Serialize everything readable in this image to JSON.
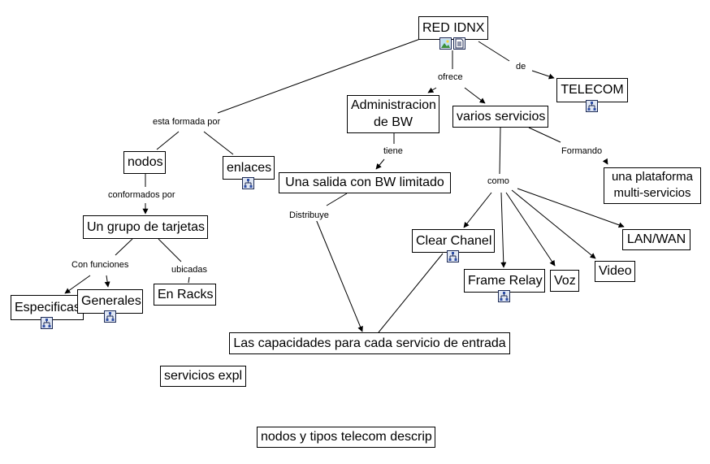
{
  "concepts": {
    "red_idnx": "RED IDNX",
    "telecom": "TELECOM",
    "administracion": "Administracion\nde BW",
    "varios_servicios": "varios servicios",
    "nodos": "nodos",
    "enlaces": "enlaces",
    "una_salida": "Una salida con BW limitado",
    "plataforma": "una plataforma\nmulti-servicios",
    "grupo_tarjetas": "Un grupo de tarjetas",
    "clear_chanel": "Clear Chanel",
    "lan_wan": "LAN/WAN",
    "especificas": "Especificas",
    "generales": "Generales",
    "en_racks": "En Racks",
    "frame_relay": "Frame Relay",
    "voz": "Voz",
    "video": "Video",
    "capacidades": "Las capacidades para cada servicio de entrada",
    "servicios_expl": "servicios expl",
    "nodos_tipos": "nodos y tipos telecom descrip"
  },
  "links": {
    "de": "de",
    "ofrece": "ofrece",
    "esta_formada_por": "esta formada por",
    "tiene": "tiene",
    "formando": "Formando",
    "conformados_por": "conformados por",
    "como": "como",
    "distribuye": "Distribuye",
    "con_funciones": "Con funciones",
    "ubicadas": "ubicadas"
  },
  "icons": {
    "image_resource": "image-resource-icon",
    "text_resource": "text-resource-icon",
    "submap": "concept-map-link-icon"
  },
  "colors": {
    "line": "#000000",
    "icon_border": "#1c2a55",
    "icon_fill": "#dfe6f3",
    "icon_accent": "#2f4fa8"
  }
}
